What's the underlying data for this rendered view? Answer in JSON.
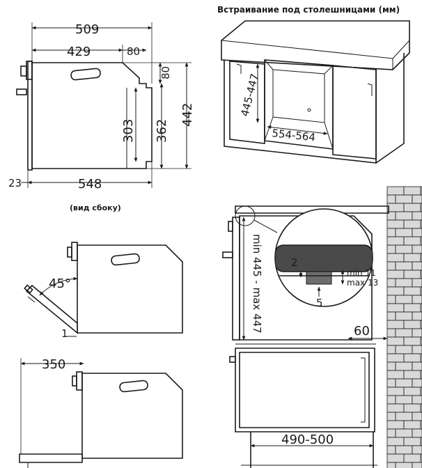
{
  "title": "Встраивание под столешницами (мм)",
  "side_view": {
    "caption": "(вид сбоку)",
    "depth_total": "509",
    "depth_body": "429",
    "depth_top_step": "80",
    "height_step": "80",
    "height_panel": "303",
    "height_362": "362",
    "height_total": "442",
    "offset_front": "23",
    "depth_open": "548"
  },
  "door_open_view": {
    "angle": "45°",
    "gap": "1"
  },
  "door_full_view": {
    "door_length": "350"
  },
  "cabinet_view": {
    "height_range": "445-447",
    "width_range": "554-564"
  },
  "install_view": {
    "niche_height": "min 445 - max 447",
    "detail_top": "2",
    "detail_bottom": "5",
    "min_gap": "min 11",
    "max_gap": "max 13",
    "wall_gap": "60",
    "niche_depth": "490-500"
  }
}
